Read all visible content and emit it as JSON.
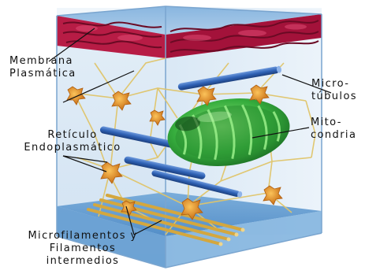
{
  "labels": {
    "membrana_1": "Membrana",
    "membrana_2": "Plasmática",
    "micro_1": "Micro-",
    "micro_2": "túbulos",
    "mito_1": "Mito-",
    "mito_2": "condria",
    "reticulo_1": "Retículo",
    "reticulo_2": "Endoplasmático",
    "fil_1": "Microfilamentos y",
    "fil_2": "Filamentos",
    "fil_3": "intermedios"
  },
  "colors": {
    "membrane": "#a3123a",
    "cube_face": "#bcd7ee",
    "cube_edge": "#8ab4d8",
    "floor": "#5c9ad2",
    "microtubule": "#2f62b5",
    "mitochondria": "#2fa83a",
    "filament": "#e0c56a",
    "neuron_body": "#e2902a",
    "microfilament_bundle": "#d4a73e"
  },
  "icons": [
    "membrane-layer",
    "microtubule-rod",
    "mitochondrion",
    "er-node",
    "filament-bundle"
  ]
}
